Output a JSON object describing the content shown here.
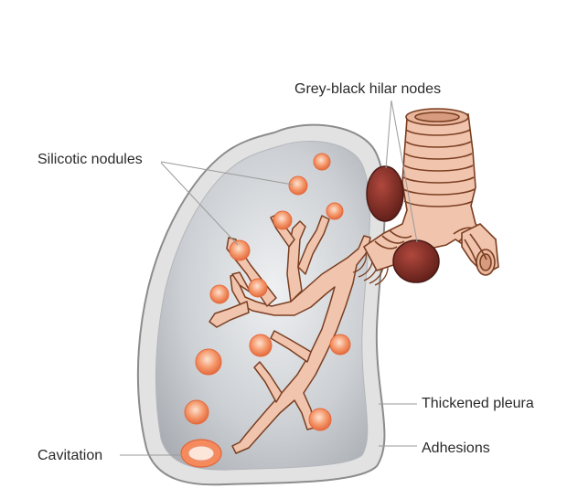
{
  "diagram": {
    "labels": {
      "hilar_nodes": "Grey-black hilar nodes",
      "silicotic_nodules": "Silicotic nodules",
      "thickened_pleura": "Thickened pleura",
      "adhesions": "Adhesions",
      "cavitation": "Cavitation"
    },
    "colors": {
      "pleura_outer": "#dcdcdc",
      "pleura_edge": "#8a8a8a",
      "lung_inner": "#c6c9ce",
      "nodule": "#f07a4e",
      "nodule_highlight": "#fde3d2",
      "bronchi_fill": "#f1c4ad",
      "bronchi_edge": "#7a3f22",
      "hilar_node": "#7a2a22",
      "leader_line": "#9a9a9a"
    }
  }
}
